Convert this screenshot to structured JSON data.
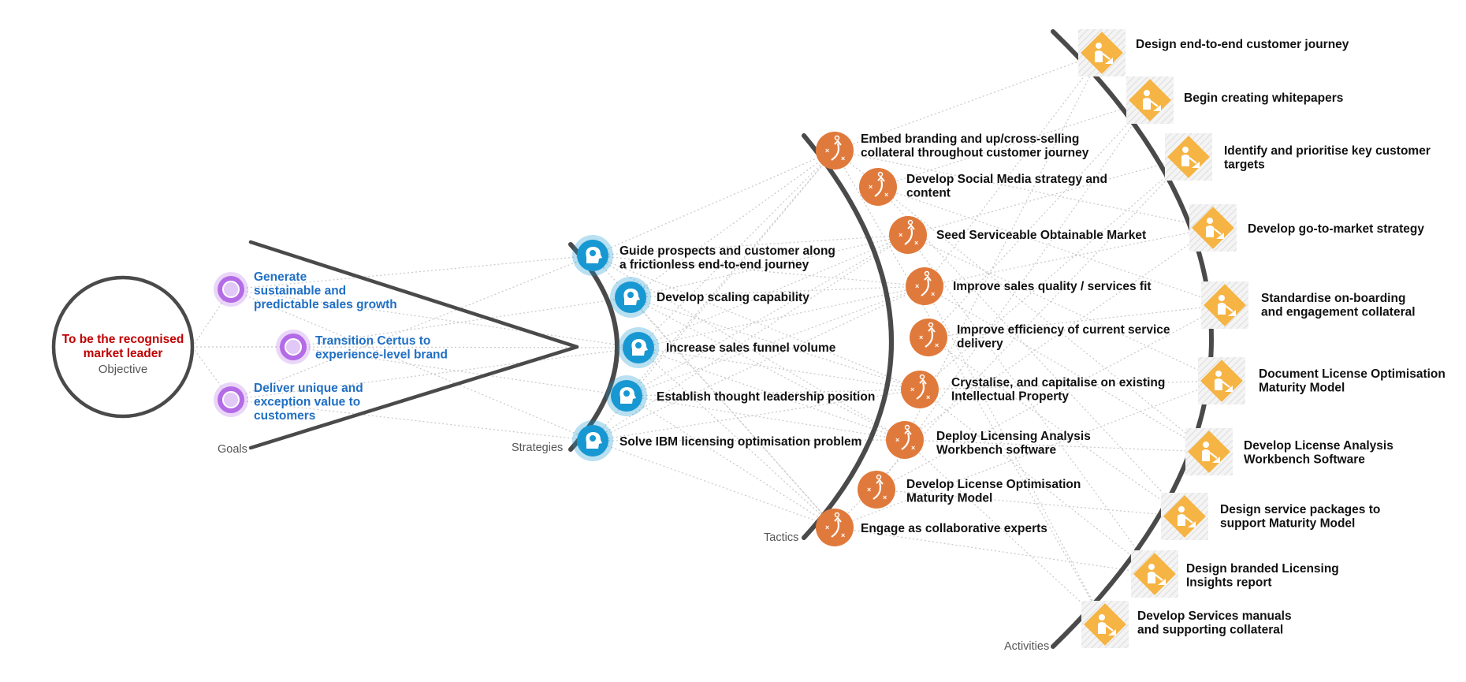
{
  "objective": {
    "title_lines": [
      "To be the recognised",
      "market leader"
    ],
    "caption": "Objective"
  },
  "categories": {
    "goals": "Goals",
    "strategies": "Strategies",
    "tactics": "Tactics",
    "activities": "Activities"
  },
  "goals": [
    {
      "lines": [
        "Generate",
        "sustainable and",
        "predictable sales growth"
      ]
    },
    {
      "lines": [
        "Transition Certus to",
        "experience-level brand"
      ]
    },
    {
      "lines": [
        "Deliver unique and",
        "exception value to",
        "customers"
      ]
    }
  ],
  "strategies": [
    {
      "lines": [
        "Guide prospects and customer along",
        "a frictionless end-to-end journey"
      ]
    },
    {
      "lines": [
        "Develop scaling capability"
      ]
    },
    {
      "lines": [
        "Increase sales funnel volume"
      ]
    },
    {
      "lines": [
        "Establish thought leadership position"
      ]
    },
    {
      "lines": [
        "Solve IBM licensing optimisation problem"
      ]
    }
  ],
  "tactics": [
    {
      "lines": [
        "Embed branding and up/cross-selling",
        "collateral throughout customer journey"
      ]
    },
    {
      "lines": [
        "Develop Social Media strategy and",
        "content"
      ]
    },
    {
      "lines": [
        "Seed Serviceable Obtainable Market"
      ]
    },
    {
      "lines": [
        "Improve sales quality / services fit"
      ]
    },
    {
      "lines": [
        "Improve efficiency of current service",
        "delivery"
      ]
    },
    {
      "lines": [
        "Crystalise, and capitalise on existing",
        "Intellectual Property"
      ]
    },
    {
      "lines": [
        "Deploy Licensing Analysis",
        "Workbench software"
      ]
    },
    {
      "lines": [
        "Develop License Optimisation",
        "Maturity Model"
      ]
    },
    {
      "lines": [
        "Engage as collaborative experts"
      ]
    }
  ],
  "activities": [
    {
      "lines": [
        "Design end-to-end customer journey"
      ]
    },
    {
      "lines": [
        "Begin creating whitepapers"
      ]
    },
    {
      "lines": [
        "Identify and prioritise key customer",
        "targets"
      ]
    },
    {
      "lines": [
        "Develop go-to-market strategy"
      ]
    },
    {
      "lines": [
        "Standardise on-boarding",
        "and engagement collateral"
      ]
    },
    {
      "lines": [
        "Document License Optimisation",
        "Maturity Model"
      ]
    },
    {
      "lines": [
        "Develop License Analysis",
        "Workbench Software"
      ]
    },
    {
      "lines": [
        "Design service packages to",
        "support Maturity Model"
      ]
    },
    {
      "lines": [
        "Design branded Licensing",
        "Insights report"
      ]
    },
    {
      "lines": [
        "Develop Services manuals",
        "and supporting collateral"
      ]
    }
  ],
  "colors": {
    "goal": "#b46be6",
    "strategy": "#1798d2",
    "tactic": "#e07a3c",
    "activity": "#f5b444",
    "arc": "#4a4a4a",
    "objective_text": "#c00000",
    "goal_text": "#1f6fc4"
  },
  "icons": {
    "goal": "target-circle-icon",
    "strategy": "head-idea-icon",
    "tactic": "strategy-play-icon",
    "activity": "worker-construction-icon"
  }
}
